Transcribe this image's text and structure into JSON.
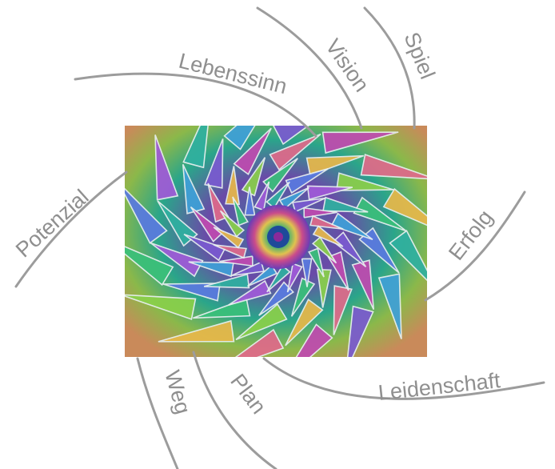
{
  "labels": {
    "lebenssinn": "Lebenssinn",
    "vision": "Vision",
    "spiel": "Spiel",
    "potenzial": "Potenzial",
    "erfolg": "Erfolg",
    "leidenschaft": "Leidenschaft",
    "weg": "Weg",
    "plan": "Plan"
  },
  "colors": {
    "arc": "#9c9c9c",
    "label": "#8f8f8f"
  },
  "center_image": "spiral-mandala"
}
